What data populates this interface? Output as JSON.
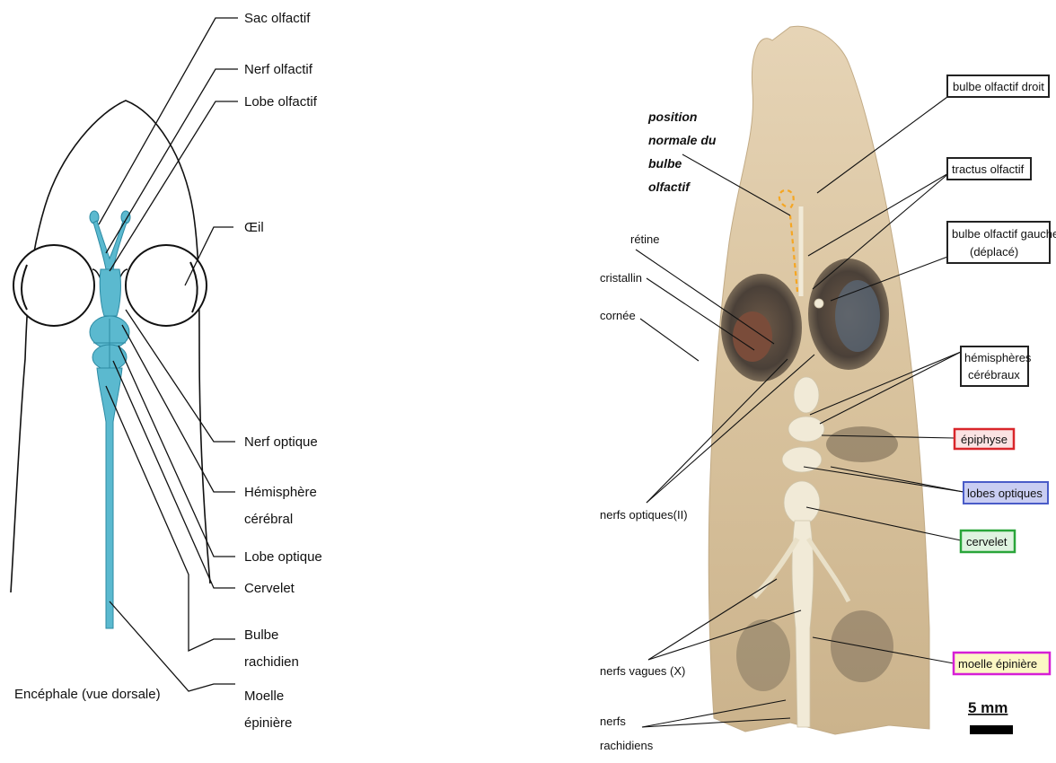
{
  "left_panel": {
    "caption": "Encéphale (vue dorsale)",
    "labels": {
      "sac_olfactif": "Sac olfactif",
      "nerf_olfactif": "Nerf olfactif",
      "lobe_olfactif": "Lobe olfactif",
      "oeil": "Œil",
      "nerf_optique": "Nerf optique",
      "hemisphere_l1": "Hémisphère",
      "hemisphere_l2": "cérébral",
      "lobe_optique": "Lobe optique",
      "cervelet": "Cervelet",
      "bulbe_l1": "Bulbe",
      "bulbe_l2": "rachidien",
      "moelle_l1": "Moelle",
      "moelle_l2": "épinière"
    }
  },
  "right_panel": {
    "italic_note": [
      "position",
      "normale du",
      "bulbe",
      "olfactif"
    ],
    "labels": {
      "retine": "rétine",
      "cristallin": "cristallin",
      "cornee": "cornée",
      "nerfs_optiques": "nerfs optiques(II)",
      "nerfs_vagues": "nerfs vagues (X)",
      "nerfs_rachidiens_l1": "nerfs",
      "nerfs_rachidiens_l2": "rachidiens"
    },
    "boxed_labels": {
      "bulbe_droit": "bulbe olfactif droit",
      "tractus": "tractus olfactif",
      "bulbe_gauche_l1": "bulbe olfactif gauche",
      "bulbe_gauche_l2": "(déplacé)",
      "hemispheres_l1": "hémisphères",
      "hemispheres_l2": "cérébraux",
      "epiphyse": "épiphyse",
      "lobes_optiques": "lobes optiques",
      "cervelet": "cervelet",
      "moelle": "moelle épinière"
    },
    "box_colors": {
      "neutral_border": "#222222",
      "epiphyse_border": "#d9262b",
      "epiphyse_fill": "#fbe3e3",
      "lobes_border": "#4a5cc8",
      "lobes_fill": "#c9cdf2",
      "cervelet_border": "#2aa53a",
      "cervelet_fill": "#dff3e0",
      "moelle_border": "#d61fd6",
      "moelle_fill": "#fbf7c4"
    },
    "scale_bar": "5 mm"
  }
}
